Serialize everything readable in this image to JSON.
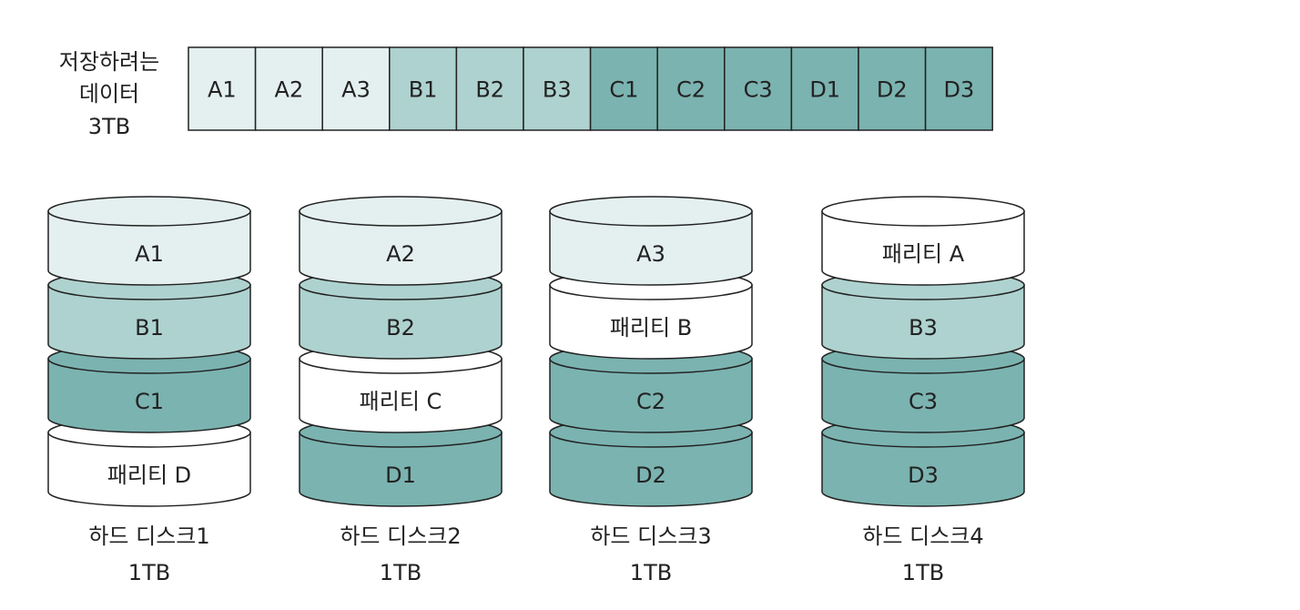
{
  "colors": {
    "c_light": "#e4f0ef",
    "c_mid": "#aed2cf",
    "c_dark": "#7bb3b0",
    "c_white": "#ffffff",
    "stroke": "#222222"
  },
  "data_strip": {
    "label_lines": [
      "저장하려는",
      "데이터",
      "3TB"
    ],
    "blocks": [
      {
        "label": "A1",
        "shade": "c_light"
      },
      {
        "label": "A2",
        "shade": "c_light"
      },
      {
        "label": "A3",
        "shade": "c_light"
      },
      {
        "label": "B1",
        "shade": "c_mid"
      },
      {
        "label": "B2",
        "shade": "c_mid"
      },
      {
        "label": "B3",
        "shade": "c_mid"
      },
      {
        "label": "C1",
        "shade": "c_dark"
      },
      {
        "label": "C2",
        "shade": "c_dark"
      },
      {
        "label": "C3",
        "shade": "c_dark"
      },
      {
        "label": "D1",
        "shade": "c_dark"
      },
      {
        "label": "D2",
        "shade": "c_dark"
      },
      {
        "label": "D3",
        "shade": "c_dark"
      }
    ]
  },
  "disks": [
    {
      "name": "하드 디스크1",
      "size": "1TB",
      "layers": [
        {
          "label": "A1",
          "shade": "c_light"
        },
        {
          "label": "B1",
          "shade": "c_mid"
        },
        {
          "label": "C1",
          "shade": "c_dark"
        },
        {
          "label": "패리티 D",
          "shade": "c_white"
        }
      ]
    },
    {
      "name": "하드 디스크2",
      "size": "1TB",
      "layers": [
        {
          "label": "A2",
          "shade": "c_light"
        },
        {
          "label": "B2",
          "shade": "c_mid"
        },
        {
          "label": "패리티 C",
          "shade": "c_white"
        },
        {
          "label": "D1",
          "shade": "c_dark"
        }
      ]
    },
    {
      "name": "하드 디스크3",
      "size": "1TB",
      "layers": [
        {
          "label": "A3",
          "shade": "c_light"
        },
        {
          "label": "패리티 B",
          "shade": "c_white"
        },
        {
          "label": "C2",
          "shade": "c_dark"
        },
        {
          "label": "D2",
          "shade": "c_dark"
        }
      ]
    },
    {
      "name": "하드 디스크4",
      "size": "1TB",
      "layers": [
        {
          "label": "패리티 A",
          "shade": "c_white"
        },
        {
          "label": "B3",
          "shade": "c_mid"
        },
        {
          "label": "C3",
          "shade": "c_dark"
        },
        {
          "label": "D3",
          "shade": "c_dark"
        }
      ]
    }
  ]
}
